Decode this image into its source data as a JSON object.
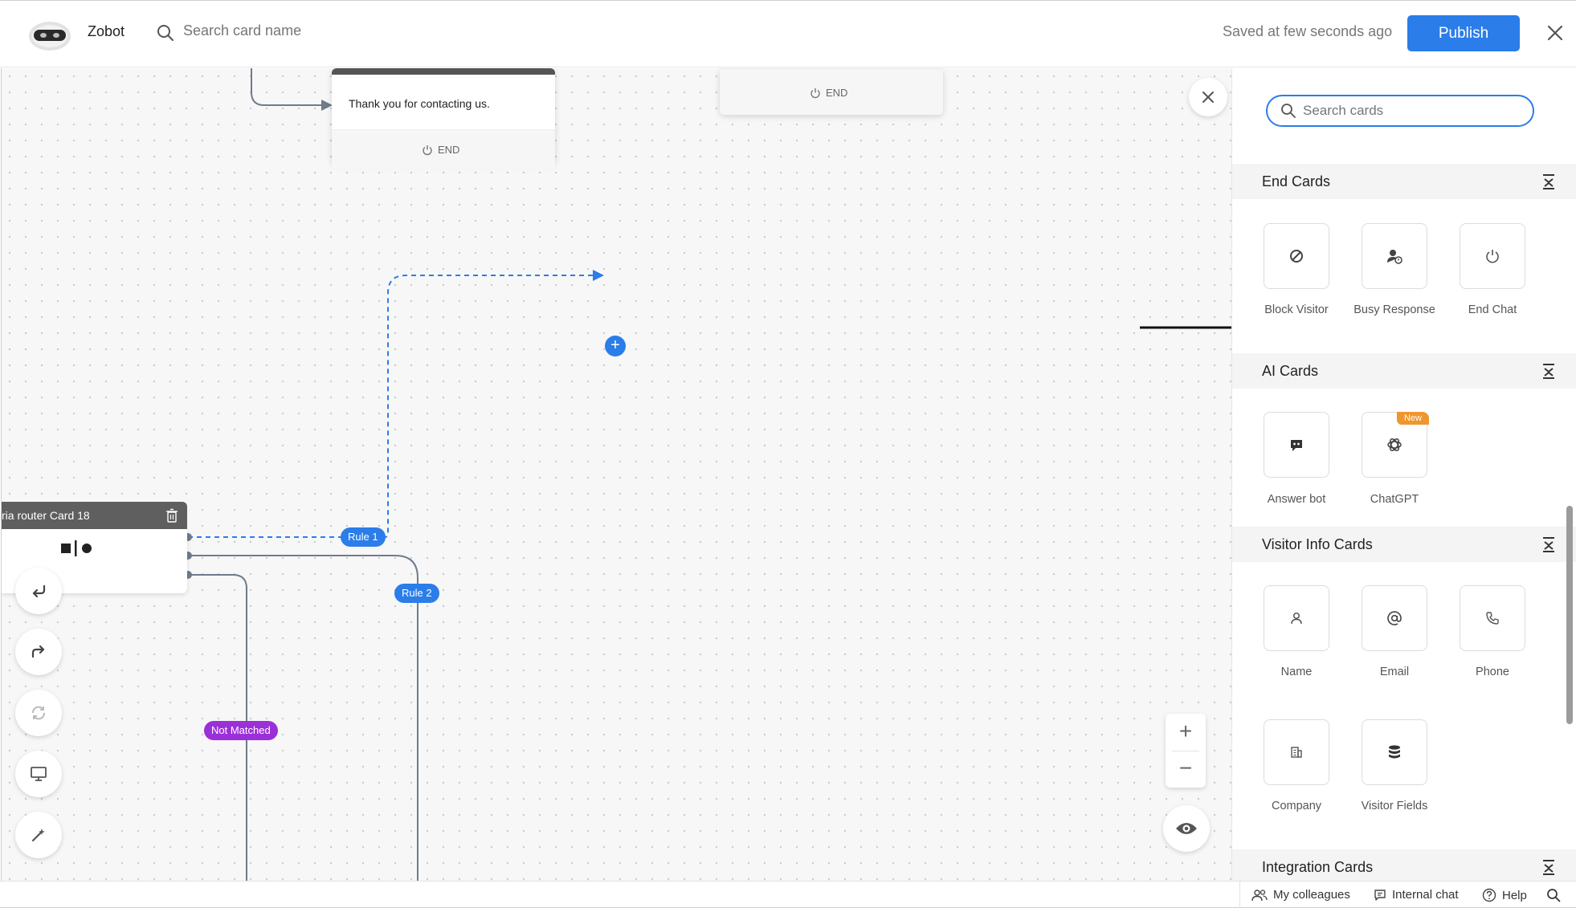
{
  "header": {
    "app_name": "Zobot",
    "search_placeholder": "Search card name",
    "saved_status": "Saved at few seconds ago",
    "publish_label": "Publish"
  },
  "canvas": {
    "thanks_card": {
      "message": "Thank you for contacting us.",
      "end_label": "END"
    },
    "top_card": {
      "end_label": "END"
    },
    "router_card": {
      "title": "ria router Card 18"
    },
    "edges": {
      "rule1": "Rule 1",
      "rule2": "Rule 2",
      "not_matched": "Not Matched"
    },
    "accent": "#2b7de9",
    "not_matched_color": "#9b2fd8"
  },
  "panel": {
    "search_placeholder": "Search cards",
    "sections": {
      "end": {
        "title": "End Cards",
        "items": [
          "Block Visitor",
          "Busy Response",
          "End Chat"
        ]
      },
      "ai": {
        "title": "AI Cards",
        "items": [
          "Answer bot",
          "ChatGPT"
        ],
        "new_badge": "New"
      },
      "visitor": {
        "title": "Visitor Info Cards",
        "items": [
          "Name",
          "Email",
          "Phone",
          "Company",
          "Visitor Fields"
        ]
      },
      "integration": {
        "title": "Integration Cards"
      }
    }
  },
  "footer": {
    "colleagues": "My colleagues",
    "internal_chat": "Internal chat",
    "help": "Help"
  }
}
